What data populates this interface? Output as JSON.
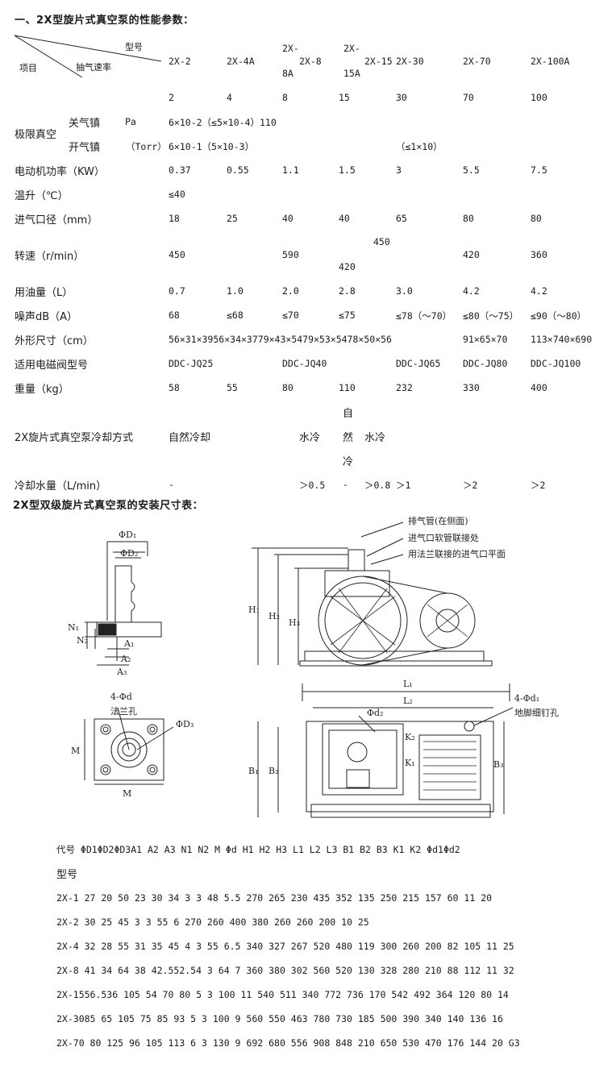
{
  "section1_title": "一、2X型旋片式真空泵的性能参数：",
  "header": {
    "model_label": "型号",
    "speed_label": "抽气速率",
    "item_label": "项目",
    "models_line1": [
      "2X-2",
      "2X-4A",
      "2X-",
      "2X-",
      "2X-15",
      "2X-30",
      "2X-70",
      "2X-100A"
    ],
    "models_line2": [
      "2X-8",
      "8A",
      "15A"
    ],
    "speeds": [
      "2",
      "4",
      "8",
      "15",
      "30",
      "70",
      "100"
    ]
  },
  "rows": {
    "limit_vacuum": "极限真空",
    "closed_ballast": "关气镇",
    "unit_pa": "Pa",
    "closed_values": "6×10-2（≤5×10-4）110",
    "open_ballast": "开气镇",
    "unit_torr": "（Torr）",
    "open_values": "6×10-1（5×10-3）",
    "open_values_2": "（≤1×10）",
    "power_label": "电动机功率（KW）",
    "power": [
      "0.37",
      "0.55",
      "1.1",
      "1.5",
      "3",
      "5.5",
      "7.5"
    ],
    "temp_label": "温升（℃）",
    "temp_value": "≤40",
    "inlet_label": "进气口径（mm）",
    "inlet": [
      "18",
      "25",
      "40",
      "40",
      "65",
      "80",
      "80"
    ],
    "speed_label": "转速（r/min）",
    "speed_values": [
      "450",
      "590",
      "450",
      "420",
      "420",
      "360"
    ],
    "oil_label": "用油量（L）",
    "oil": [
      "0.7",
      "1.0",
      "2.0",
      "2.8",
      "3.0",
      "4.2",
      "4.2"
    ],
    "noise_label": "噪声dB（A）",
    "noise": [
      "68",
      "≤68",
      "≤70",
      "≤75",
      "≤78（～70）",
      "≤80（～75）",
      "≤90（～80）"
    ],
    "size_label": "外形尺寸（cm）",
    "size_value_1": "56×31×3956×34×3779×43×5479×53×5478×50×56",
    "size_value_2": "91×65×70",
    "size_value_3": "113×740×690",
    "valve_label": "适用电磁阀型号",
    "valve": [
      "DDC-JQ25",
      "DDC-JQ40",
      "DDC-JQ65",
      "DDC-JQ80",
      "DDC-JQ100"
    ],
    "weight_label": "重量（kg）",
    "weight": [
      "58",
      "55",
      "80",
      "110",
      "232",
      "330",
      "400"
    ],
    "cooling_label": "2X旋片式真空泵冷却方式",
    "cooling_natural": "自然冷却",
    "cooling_water1": "水冷",
    "cooling_nat_vertical": [
      "自",
      "然",
      "冷"
    ],
    "cooling_water2": "水冷",
    "water_label": "冷却水量（L/min）",
    "water": [
      "-",
      "＞0.5",
      "-",
      "＞0.8",
      "＞1",
      "＞2",
      "＞2"
    ]
  },
  "section2_title": "2X型双级旋片式真空泵的安装尺寸表：",
  "diagram": {
    "d1": "ΦD₁",
    "d2": "ΦD₂",
    "d3": "ΦD₃",
    "n1": "N₁",
    "n2": "N₂",
    "a1": "A₁",
    "a2": "A₂",
    "a3": "A₃",
    "hole_left": "4-Φd",
    "flange_hole": "法兰孔",
    "m": "M",
    "exhaust": "排气管(在侧面)",
    "inlet_hose": "进气口软管联接处",
    "flange_plane": "用法兰联接的进气口平面",
    "h1": "H₁",
    "h2": "H₂",
    "h3": "H₃",
    "l1": "L₁",
    "l2": "L₂",
    "phid2": "Φd₂",
    "k1": "K₁",
    "k2": "K₂",
    "b1": "B₁",
    "b2": "B₂",
    "b3": "B₃",
    "hole_right": "4-Φd₁",
    "anchor": "地脚细钉孔"
  },
  "dim_header": "代号 ΦD1ΦD2ΦD3A1 A2  A3  N1  N2  M   Φd H1  H2  H3  L1  L2  L3  B1  B2  B3  K1  K2  Φd1Φd2",
  "dim_header2": "型号",
  "dim_rows": [
    "2X-1  27   20   50   23 30   34   3    3    48  5.5 270 265 230 435 352 135 250 215 157 60       11   20",
    "2X-2  30   25             45   3    3    55  6   270 260     400 380     260 260 200          10   25",
    "2X-4  32   28   55   31 35   45   4    3    55  6.5 340 327 267 520 480 119 300 260 200 82   105 11   25",
    "2X-8  41   34   64   38 42.552.54    3    64  7   360 380 302 560 520 130 328 280 210 88   112 11   32",
    "2X-1556.536    105  54 70   80   5    3    100 11  540 511 340 772 736 170 542 492 364 120 80   14",
    "2X-3085    65   105  75 85   93   5    3    100 9   560 550 463 780 730 185 500 390 340 140 136 16",
    "2X-70      80   125  96 105  113  6    3    130 9   692 680 556 908 848 210 650 530 470 176 144 20   G3"
  ]
}
